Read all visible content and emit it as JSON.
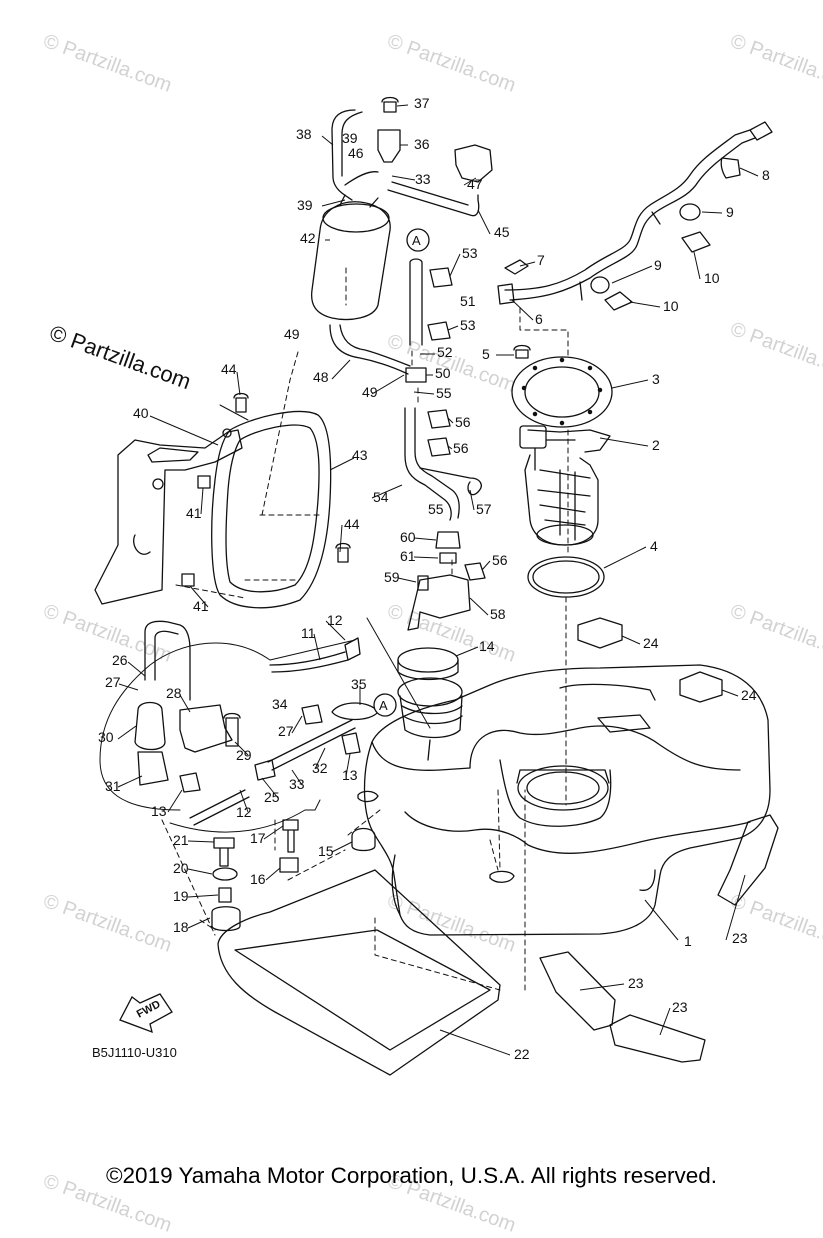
{
  "watermark": "© Partzilla.com",
  "watermark_main": "© Partzilla.com",
  "diagram_code": "B5J1110-U310",
  "fwd_label": "FWD",
  "circle_ref": "A",
  "copyright": "©2019  Yamaha Motor Corporation, U.S.A. All rights reserved.",
  "callouts": [
    "1",
    "2",
    "3",
    "4",
    "5",
    "6",
    "7",
    "8",
    "9",
    "9",
    "10",
    "10",
    "11",
    "12",
    "12",
    "13",
    "13",
    "14",
    "15",
    "16",
    "17",
    "18",
    "19",
    "20",
    "21",
    "22",
    "23",
    "23",
    "23",
    "24",
    "24",
    "25",
    "26",
    "27",
    "27",
    "28",
    "29",
    "30",
    "31",
    "32",
    "33",
    "33",
    "34",
    "35",
    "36",
    "37",
    "38",
    "39",
    "39",
    "40",
    "41",
    "41",
    "42",
    "43",
    "44",
    "44",
    "45",
    "46",
    "47",
    "48",
    "49",
    "49",
    "50",
    "51",
    "52",
    "53",
    "53",
    "54",
    "55",
    "55",
    "56",
    "56",
    "56",
    "57",
    "58",
    "59",
    "60",
    "61"
  ]
}
